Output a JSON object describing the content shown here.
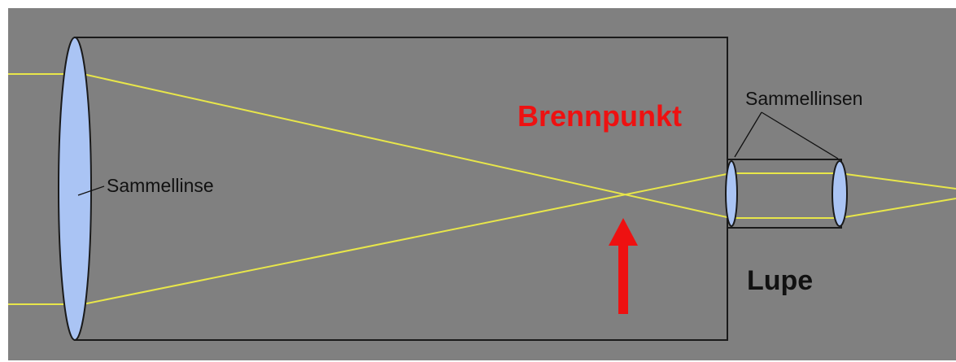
{
  "labels": {
    "objective_lens": "Sammellinse",
    "focal_point": "Brennpunkt",
    "eyepiece_lenses": "Sammellinsen",
    "magnifier": "Lupe"
  },
  "colors": {
    "background": "#808080",
    "tube_outline": "#1a1a1a",
    "lens_fill": "#aac4f4",
    "ray": "#e8e64a",
    "focal_label": "#ee1111",
    "arrow": "#ee1111",
    "text": "#111111"
  }
}
